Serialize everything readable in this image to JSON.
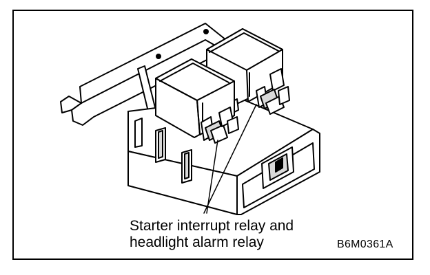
{
  "callout": {
    "line1": "Starter interrupt relay and",
    "line2": "headlight alarm relay"
  },
  "figure_id": "B6M0361A",
  "colors": {
    "ink": "#000000",
    "paper": "#ffffff",
    "shade": "#d9d9d9"
  }
}
